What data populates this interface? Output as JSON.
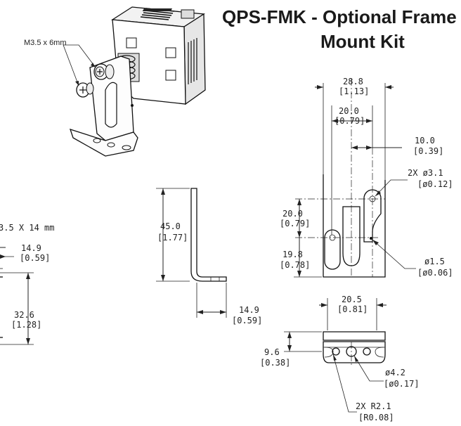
{
  "title": {
    "line1": "QPS-FMK - Optional Frame",
    "line2": "Mount Kit"
  },
  "callouts": {
    "screw": "M3.5 x 6mm"
  },
  "left_partial": {
    "slot_label": "3.5 X 14 mm",
    "width_mm": "14.9",
    "width_in": "[0.59]",
    "height_mm": "32.6",
    "height_in": "[1.28]"
  },
  "side_view": {
    "height_mm": "45.0",
    "height_in": "[1.77]",
    "foot_mm": "14.9",
    "foot_in": "[0.59]"
  },
  "front_view": {
    "overall_width_mm": "28.8",
    "overall_width_in": "[1.13]",
    "slot_span_mm": "20.0",
    "slot_span_in": "[0.79]",
    "offset_mm": "10.0",
    "offset_in": "[0.39]",
    "hole_dia_mm": "2X ø3.1",
    "hole_dia_in": "[ø0.12]",
    "vert_a_mm": "20.0",
    "vert_a_in": "[0.79]",
    "vert_b_mm": "19.8",
    "vert_b_in": "[0.78]",
    "small_hole_mm": "ø1.5",
    "small_hole_in": "[ø0.06]"
  },
  "bottom_view": {
    "width_mm": "20.5",
    "width_in": "[0.81]",
    "depth_mm": "9.6",
    "depth_in": "[0.38]",
    "center_hole_mm": "ø4.2",
    "center_hole_in": "[ø0.17]",
    "radius_mm": "2X R2.1",
    "radius_in": "[R0.08]"
  }
}
